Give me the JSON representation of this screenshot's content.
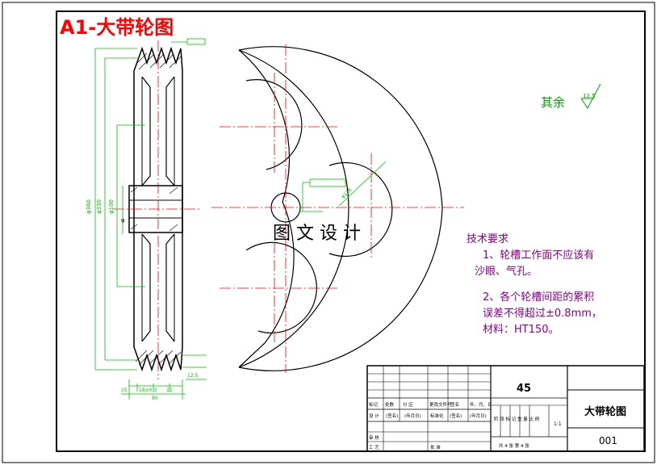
{
  "sheet_title": "A1-大带轮图",
  "roughness_other_label": "其余",
  "roughness_other_value": "12.5",
  "watermark": "图 文 设 计",
  "tech_requirements": {
    "heading": "技术要求",
    "item1_line1": "1、轮槽工作面不应该有",
    "item1_line2": "沙眼、气孔。",
    "item2_line1": "2、各个轮槽间距的累积",
    "item2_line2": "误差不得超过±0.8mm，",
    "item2_line3": "材料：HT150。"
  },
  "title_block": {
    "material": "45",
    "part_name": "大带轮图",
    "drawing_number": "001",
    "scale": "1:1",
    "row_headers": [
      "标记",
      "处数",
      "分  区",
      "更改文件号",
      "签名",
      "年、月、日"
    ],
    "design_label": "设 计",
    "design_sign": "(签名)",
    "design_date": "(年月日)",
    "standard_label": "标准化",
    "standard_sign": "(签名)",
    "standard_date": "(年月日)",
    "stage_header": "阶 段 标 记   重 量   比 例",
    "review_label": "审 核",
    "process_label": "工 艺",
    "approve_label": "批 准",
    "sheet_count": "共 4 张   第 4 张"
  },
  "dimensions": {
    "bottom_left": "15",
    "bottom_mid": "18±0.3",
    "bottom_mid2": "11",
    "bottom_total": "80",
    "right_small": "12.5",
    "left_diameter_big": "φ360",
    "left_diameter_mid": "φ330",
    "left_diameter_hub": "φ100",
    "bore": "φ"
  },
  "colors": {
    "title_red": "#ff0000",
    "magenta": "#8b008b",
    "green_text": "#00a000",
    "dim_green": "#00c000",
    "center_red": "#ff0000",
    "outline": "#000000"
  }
}
